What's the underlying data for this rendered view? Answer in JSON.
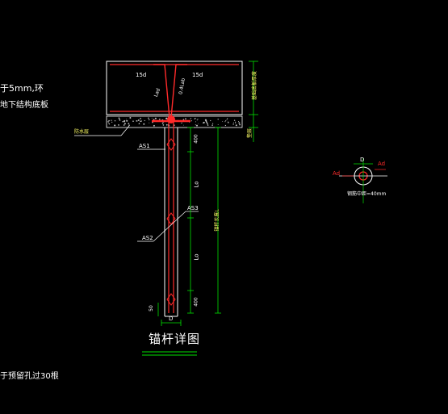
{
  "colors": {
    "background": "#000000",
    "outline": "#ffffff",
    "rebar": "#ff2a2a",
    "dimension": "#00e000",
    "text": "#ffffff",
    "label_yellow": "#ffff66",
    "aggregate": "#bbbbbb"
  },
  "left_notes": {
    "line1": "于5mm,环",
    "line2": "地下结构底板",
    "line3": "于预留孔过30根"
  },
  "labels": {
    "waterproof": "防水层",
    "as1": "AS1",
    "as2": "AS2",
    "as3": "AS3",
    "anchor_len_top": "15d",
    "anchor_len_top2": "15d",
    "anchor_diag1": "Lad",
    "anchor_diag2": "0.4Lab",
    "dim_400_top": "400",
    "dim_lo_1": "Lo",
    "dim_lo_2": "Lo",
    "dim_400_bottom": "400",
    "dim_total": "锚杆长度L",
    "dim_plate": "基础底板厚度",
    "dim_cushion": "垫层",
    "dim_50": "50",
    "dim_D": "D"
  },
  "title": "锚杆详图",
  "section": {
    "dim_D": "D",
    "ad_left": "Ad",
    "ad_right": "Ad",
    "note": "钢筋中距=40mm"
  }
}
